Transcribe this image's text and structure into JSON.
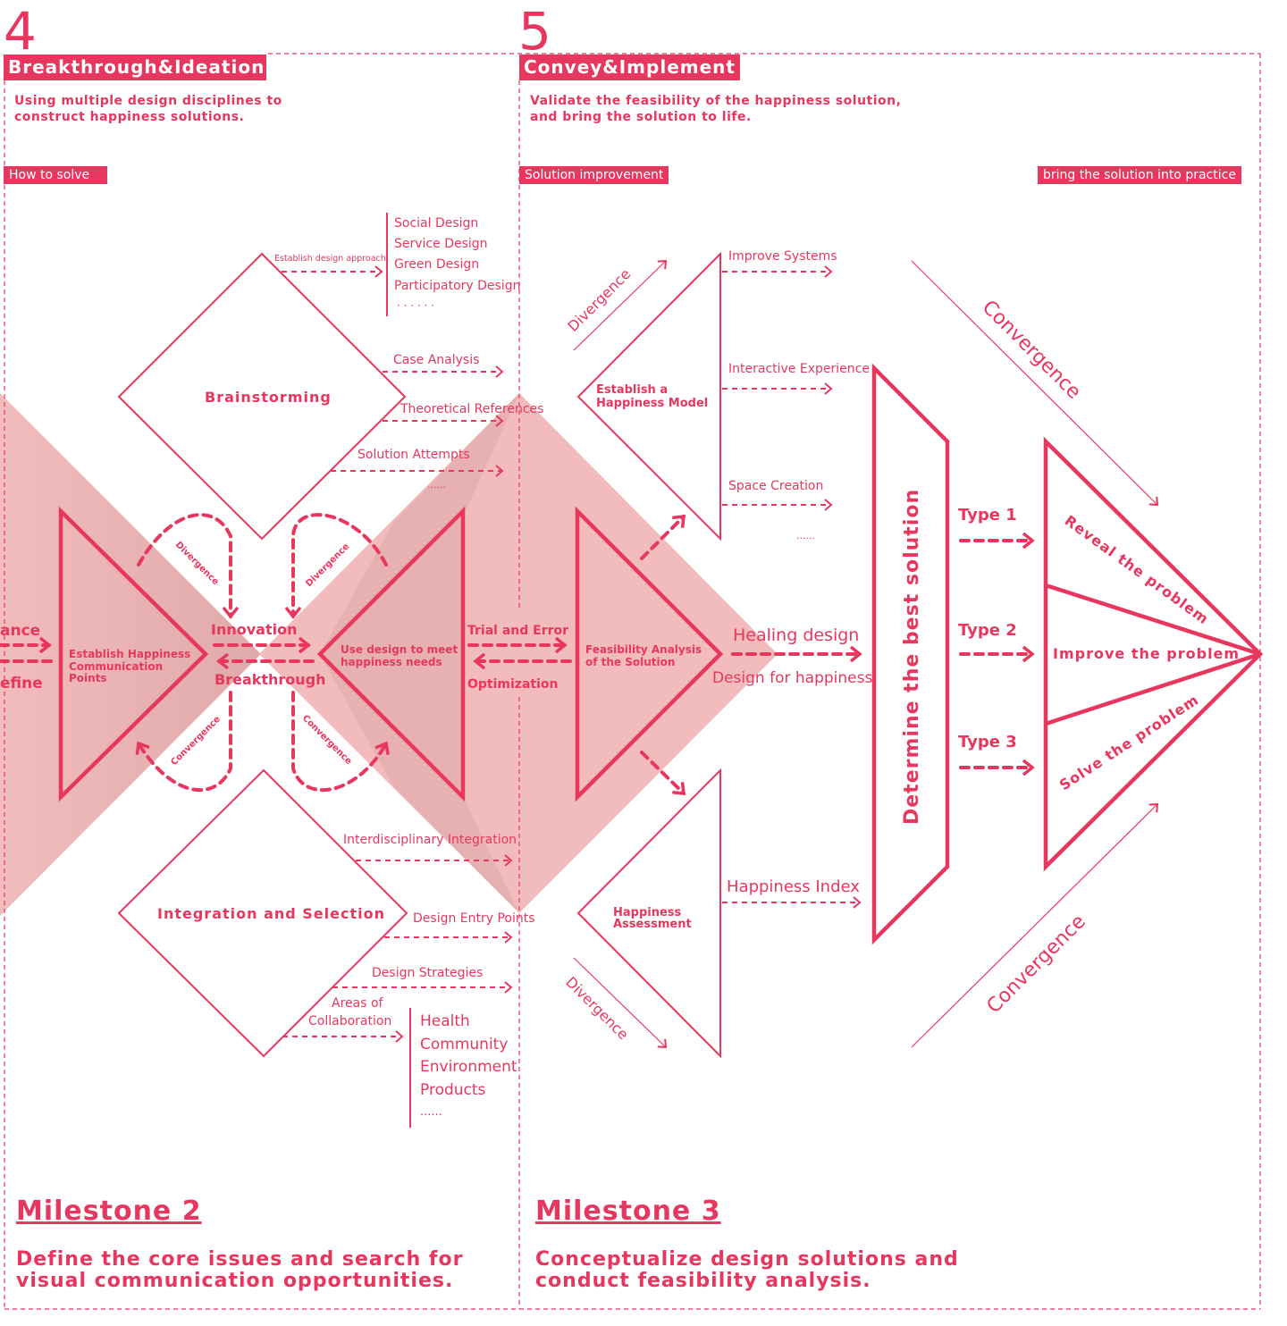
{
  "colors": {
    "accent": "#e8375f",
    "fill": "#f3bcbc",
    "overlap": "#e0aaaa"
  },
  "phase4": {
    "number": "4",
    "title": "Breakthrough&Ideation",
    "desc1": "Using multiple design disciplines to",
    "desc2": "construct happiness solutions.",
    "tag": "How to solve"
  },
  "phase5": {
    "number": "5",
    "title": "Convey&Implement",
    "desc1": "Validate the feasibility of the happiness solution,",
    "desc2": "and bring the solution to life.",
    "tag": "Solution improvement",
    "tag2": "bring the solution into practice"
  },
  "brainstorm": {
    "label": "Brainstorming",
    "approach": "Establish design approach",
    "approaches": [
      "Social Design",
      "Service Design",
      "Green Design",
      "Participatory Design",
      "· · · · · ·"
    ],
    "case": "Case Analysis",
    "theory": "Theoretical References",
    "attempts": "Solution Attempts",
    "more": "......"
  },
  "integration": {
    "label": "Integration and Selection",
    "interdisc": "Interdisciplinary Integration",
    "entry": "Design Entry Points",
    "strategies": "Design Strategies",
    "areas1": "Areas of",
    "areas2": "Collaboration",
    "areas": [
      "Health",
      "Community",
      "Environment",
      "Products",
      "......"
    ]
  },
  "center": {
    "left_partial_1": "ance",
    "left_partial_2": "efine",
    "establish": [
      "Establish Happiness",
      "Communication",
      "Points"
    ],
    "innovation": "Innovation",
    "breakthrough": "Breakthrough",
    "divergence": "Divergence",
    "convergence": "Convergence",
    "use": [
      "Use design to meet",
      "happiness needs"
    ],
    "trial": "Trial and Error",
    "optimization": "Optimization",
    "feasibility": [
      "Feasibility Analysis",
      "of the Solution"
    ]
  },
  "model": {
    "label": [
      "Establish a",
      "Happiness Model"
    ],
    "improve": "Improve Systems",
    "interactive": "Interactive Experience",
    "space": "Space Creation",
    "more": "......",
    "divergence": "Divergence"
  },
  "middle": {
    "healing": "Healing design",
    "happiness": "Design for happiness",
    "index": "Happiness Index",
    "assessment": [
      "Happiness",
      "Assessment"
    ],
    "divergence": "Divergence"
  },
  "best": {
    "label": "Determine the best solution",
    "types": [
      "Type 1",
      "Type 2",
      "Type 3"
    ],
    "reveal": "Reveal the problem",
    "improve": "Improve the problem",
    "solve": "Solve the problem",
    "convergence": "Convergence"
  },
  "milestones": [
    {
      "title": "Milestone 2",
      "desc1": "Define the core issues and search for",
      "desc2": "visual communication opportunities."
    },
    {
      "title": "Milestone 3",
      "desc1": "Conceptualize design solutions and",
      "desc2": "conduct feasibility analysis."
    }
  ]
}
